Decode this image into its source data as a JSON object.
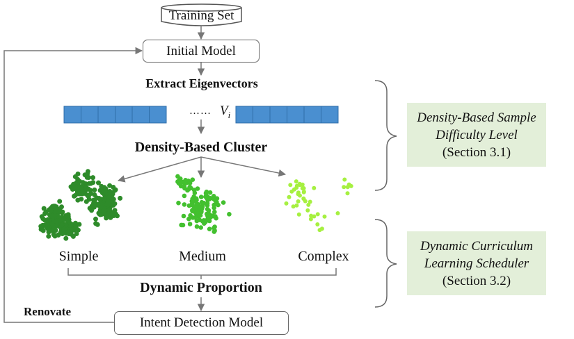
{
  "training_set": "Training Set",
  "initial_model": "Initial Model",
  "extract_eigenvectors": "Extract Eigenvectors",
  "vector_ellipsis": "……",
  "vector_symbol": "V",
  "vector_subscript": "i",
  "density_cluster": "Density-Based Cluster",
  "clusters": [
    {
      "label": "Simple",
      "color": "#2e8b2a"
    },
    {
      "label": "Medium",
      "color": "#43c02f"
    },
    {
      "label": "Complex",
      "color": "#a6f040"
    }
  ],
  "dynamic_proportion": "Dynamic Proportion",
  "renovate": "Renovate",
  "intent_model": "Intent Detection Model",
  "annotations": [
    {
      "line1": "Density-Based Sample",
      "line2": "Difficulty Level",
      "line3": "(Section 3.1)"
    },
    {
      "line1": "Dynamic Curriculum",
      "line2": "Learning Scheduler",
      "line3": "(Section 3.2)"
    }
  ],
  "colors": {
    "vector_cell": "#4a8fd0",
    "vector_border": "#2f6ea8",
    "arrow": "#777777",
    "note_bg": "#e3efd9"
  }
}
